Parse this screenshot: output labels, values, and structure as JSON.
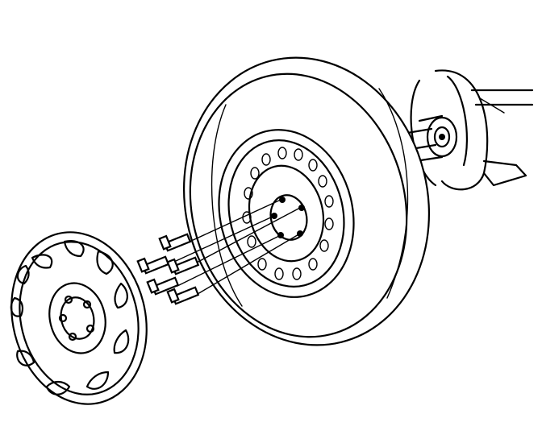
{
  "diagram": {
    "subject": "",
    "colors": {
      "line": "#000000",
      "background": "#ffffff"
    },
    "parts": [
      {
        "id": "hub-flange",
        "icon": "hub-icon"
      },
      {
        "id": "tire",
        "icon": "tire-icon"
      },
      {
        "id": "steel-wheel",
        "icon": "wheel-icon"
      },
      {
        "id": "lug-bolts",
        "icon": "bolt-icon",
        "count": 5
      },
      {
        "id": "wheel-cover",
        "icon": "hubcap-icon"
      }
    ]
  }
}
